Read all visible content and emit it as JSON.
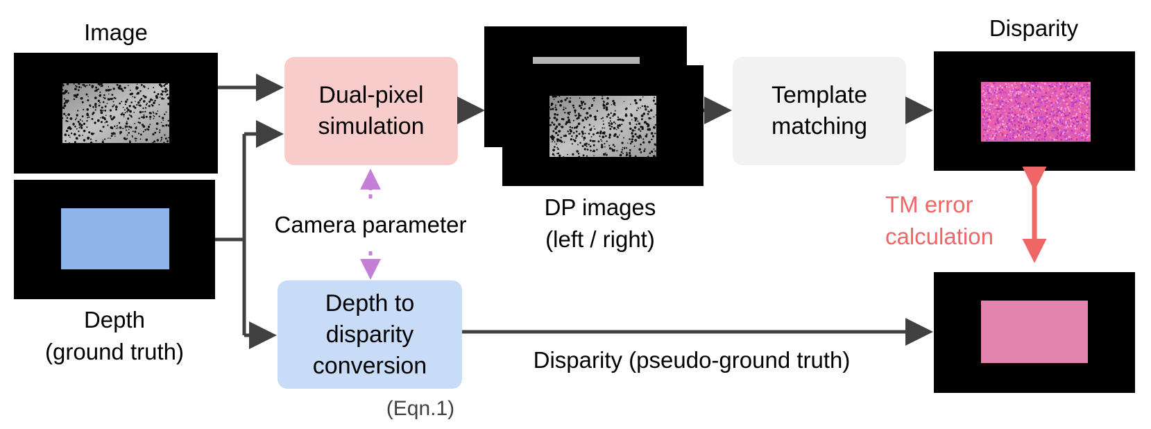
{
  "labels": {
    "image": "Image",
    "depth_line1": "Depth",
    "depth_line2": "(ground truth)",
    "camera_parameter": "Camera parameter",
    "dp_line1": "DP images",
    "dp_line2": "(left / right)",
    "disparity_top": "Disparity",
    "tm_line1": "TM error",
    "tm_line2": "calculation",
    "disparity_pgt": "Disparity (pseudo-ground truth)",
    "eqn": "(Eqn.1)"
  },
  "processes": {
    "dual_pixel": {
      "line1": "Dual-pixel",
      "line2": "simulation"
    },
    "template_matching": {
      "line1": "Template",
      "line2": "matching"
    },
    "depth_to_disparity": {
      "line1": "Depth to",
      "line2": "disparity",
      "line3": "conversion"
    }
  },
  "colors": {
    "arrow": "#404040",
    "dual_pixel_fill": "#f9cccc",
    "template_fill": "#f2f2f2",
    "depth_conv_fill": "#c9dcf7",
    "camera_arrow": "#c47fd6",
    "tm_arrow": "#ee6666",
    "depth_map": "#8fb4ec",
    "disparity_gt": "#e383b0",
    "disparity_noisy": "#e060b0"
  }
}
